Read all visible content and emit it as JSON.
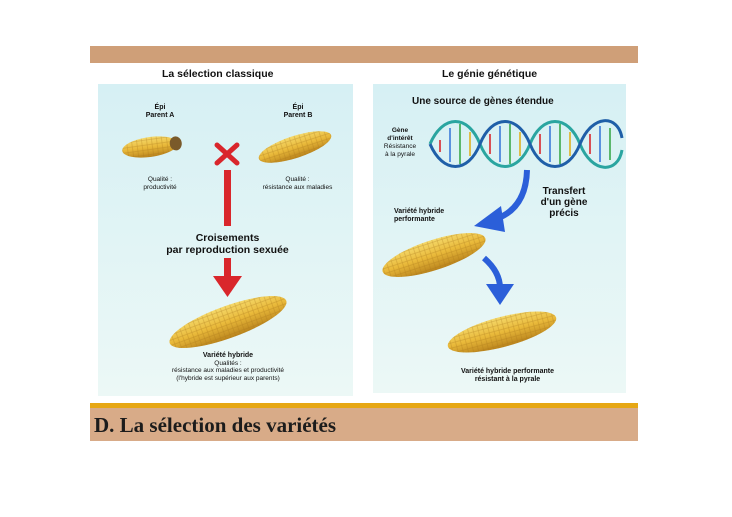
{
  "left": {
    "title": "La sélection classique",
    "parent_a": {
      "line1": "Épi",
      "line2": "Parent A",
      "quality_label": "Qualité :",
      "quality": "productivité"
    },
    "parent_b": {
      "line1": "Épi",
      "line2": "Parent B",
      "quality_label": "Qualité :",
      "quality": "résistance aux maladies"
    },
    "cross_line1": "Croisements",
    "cross_line2": "par reproduction sexuée",
    "result_title": "Variété hybride",
    "result_quality_label": "Qualités :",
    "result_quality": "résistance aux maladies et productivité",
    "result_note": "(l'hybride est supérieur aux parents)"
  },
  "right": {
    "title": "Le génie génétique",
    "subtitle": "Une source de gènes étendue",
    "gene_line1": "Gène",
    "gene_line2": "d'intérêt",
    "gene_line3": "Résistance",
    "gene_line4": "à la pyrale",
    "transfer_line1": "Transfert",
    "transfer_line2": "d'un gène",
    "transfer_line3": "précis",
    "hybrid_line1": "Variété hybride",
    "hybrid_line2": "performante",
    "result_line1": "Variété hybride performante",
    "result_line2": "résistant à la pyrale"
  },
  "caption": "D. La sélection des variétés",
  "colors": {
    "band": "#cf9f78",
    "caption_bg": "#d8ab88",
    "accent_yellow": "#e6a714",
    "panel": "#dff3f5",
    "red": "#d9262b",
    "blue": "#2b5fd9"
  }
}
